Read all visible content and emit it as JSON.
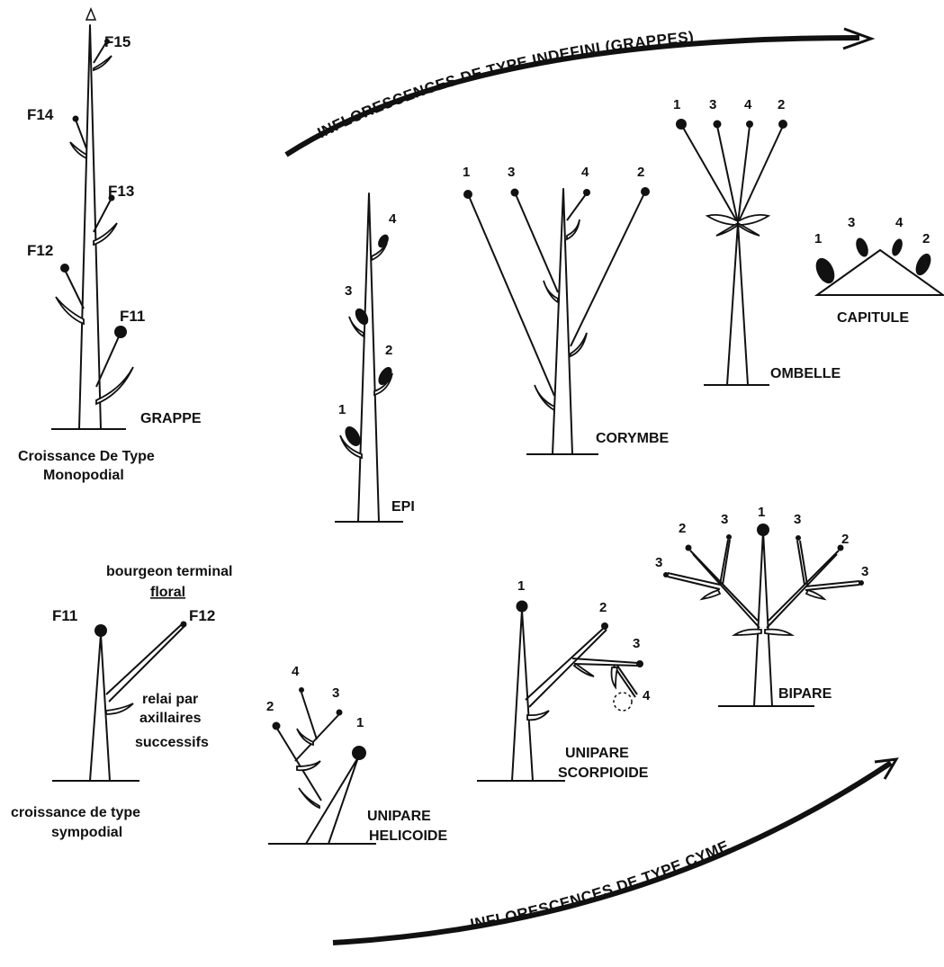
{
  "arcs": {
    "top": "INFLORESCENCES DE TYPE INDEFINI (GRAPPES)",
    "bottom": "INFLORESCENCES DE TYPE CYME"
  },
  "grappe": {
    "name": "GRAPPE",
    "growth_line1": "Croissance De Type",
    "growth_line2": "Monopodial",
    "flowers": [
      "F11",
      "F12",
      "F13",
      "F14",
      "F15"
    ]
  },
  "epi": {
    "name": "EPI",
    "numbers": [
      "1",
      "2",
      "3",
      "4"
    ]
  },
  "corymbe": {
    "name": "CORYMBE",
    "numbers": [
      "1",
      "3",
      "4",
      "2"
    ]
  },
  "ombelle": {
    "name": "OMBELLE",
    "numbers": [
      "1",
      "3",
      "4",
      "2"
    ]
  },
  "capitule": {
    "name": "CAPITULE",
    "numbers": [
      "1",
      "3",
      "4",
      "2"
    ]
  },
  "sympodial": {
    "f11": "F11",
    "f12": "F12",
    "bud_line1": "bourgeon terminal",
    "bud_line2": "floral",
    "relay_line1": "relai par",
    "relay_line2": "axillaires",
    "relay_line3": "successifs",
    "growth_line1": "croissance de type",
    "growth_line2": "sympodial"
  },
  "helicoide": {
    "name_line1": "UNIPARE",
    "name_line2": "HELICOIDE",
    "numbers": [
      "1",
      "2",
      "3",
      "4"
    ]
  },
  "scorpioide": {
    "name_line1": "UNIPARE",
    "name_line2": "SCORPIOIDE",
    "numbers": [
      "1",
      "2",
      "3",
      "4"
    ]
  },
  "bipare": {
    "name": "BIPARE",
    "numbers": [
      "1",
      "2",
      "3",
      "3",
      "2",
      "3",
      "3"
    ]
  }
}
